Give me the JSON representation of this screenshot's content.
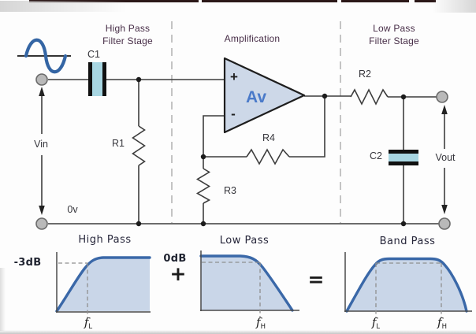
{
  "colors": {
    "wire": "#3d3d3d",
    "stage_title_text": "#472d47",
    "component_label_text": "#36363c",
    "capacitor_fill": "#a8d6e2",
    "opamp_fill": "#cdd8e8",
    "opamp_gain_text": "#4a7ac9",
    "sine_wave": "#3465a4",
    "curve_stroke": "#3a68a8",
    "curve_fill": "#c9d6e8",
    "graph_title_text": "#26263a",
    "divider": "#c4c4c4"
  },
  "circuit": {
    "stage_labels": {
      "high_pass_line1": "High Pass",
      "high_pass_line2": "Filter Stage",
      "amplification": "Amplification",
      "low_pass_line1": "Low Pass",
      "low_pass_line2": "Filter Stage"
    },
    "components": {
      "c1": "C1",
      "r1": "R1",
      "r2": "R2",
      "r3": "R3",
      "r4": "R4",
      "c2": "C2"
    },
    "opamp": {
      "gain": "Av",
      "noninverting_input": "+",
      "inverting_input": "-"
    },
    "terminals": {
      "input": "Vin",
      "output": "Vout",
      "ground": "0v"
    }
  },
  "graphs": {
    "plus_operator": "+",
    "equals_operator": "=",
    "high_pass": {
      "title": "High Pass",
      "level_label": "-3dB",
      "corner_frequency": {
        "base": "f",
        "sub": "L"
      }
    },
    "low_pass": {
      "title": "Low Pass",
      "level_label": "0dB",
      "corner_frequency": {
        "base": "f",
        "sub": "H"
      }
    },
    "band_pass": {
      "title": "Band Pass",
      "lower_corner": {
        "base": "f",
        "sub": "L"
      },
      "upper_corner": {
        "base": "f",
        "sub": "H"
      }
    }
  },
  "chart_data": [
    {
      "type": "area",
      "title": "High Pass",
      "xlabel_markers": [
        "fL"
      ],
      "level_labels": [
        "-3dB"
      ],
      "shape": "gain rises from zero, passes -3dB point at fL, flat passband above fL"
    },
    {
      "type": "area",
      "title": "Low Pass",
      "xlabel_markers": [
        "fH"
      ],
      "level_labels": [
        "0dB"
      ],
      "shape": "flat passband at 0dB, -3dB point at fH, rolls off above fH"
    },
    {
      "type": "area",
      "title": "Band Pass",
      "xlabel_markers": [
        "fL",
        "fH"
      ],
      "level_labels": [],
      "shape": "passband between fL and fH, roll-off slopes on both sides"
    }
  ]
}
